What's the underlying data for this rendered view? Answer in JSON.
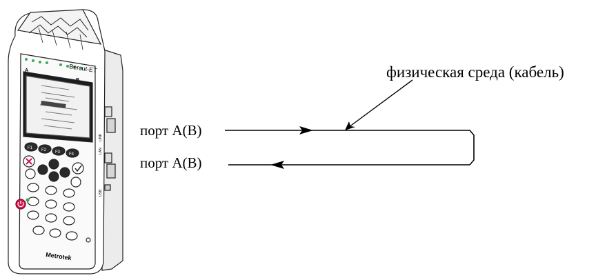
{
  "device": {
    "brand": "Bercut-ET",
    "maker": "Metrotek",
    "port_a": "A",
    "port_b": "B",
    "function_keys": [
      "F1",
      "F2",
      "F3",
      "F4"
    ],
    "side_labels": [
      "LINK",
      "LAN",
      "USB"
    ]
  },
  "labels": {
    "physical_media": "физическая среда (кабель)",
    "port_top": "порт А(В)",
    "port_bottom": "порт А(В)"
  },
  "colors": {
    "line": "#000000",
    "power_button": "#d4144a",
    "led": "#3aa85c",
    "screen": "#f1f1f1",
    "body": "#ffffff"
  }
}
